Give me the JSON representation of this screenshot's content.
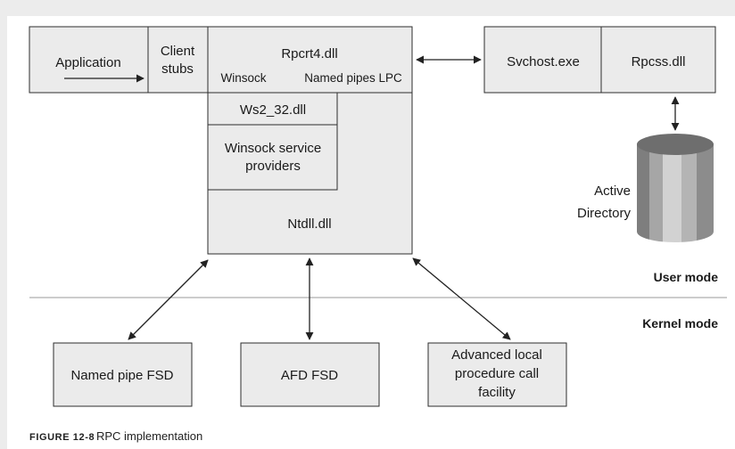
{
  "figure": {
    "caption_label": "FIGURE 12-8",
    "caption_text": "RPC implementation"
  },
  "client_process": {
    "application": "Application",
    "client_stubs": [
      "Client",
      "stubs"
    ],
    "rpcrt4": "Rpcrt4.dll",
    "winsock": "Winsock",
    "named_pipes_lpc": "Named pipes LPC",
    "ws2_32": "Ws2_32.dll",
    "winsock_service_providers": [
      "Winsock service",
      "providers"
    ],
    "ntdll": "Ntdll.dll"
  },
  "server_process": {
    "svchost": "Svchost.exe",
    "rpcss": "Rpcss.dll"
  },
  "active_directory": {
    "label": [
      "Active",
      "Directory"
    ],
    "icon": "database-cylinder-icon"
  },
  "modes": {
    "user": "User mode",
    "kernel": "Kernel mode"
  },
  "kernel_components": {
    "named_pipe_fsd": "Named pipe FSD",
    "afd_fsd": "AFD FSD",
    "alpc": [
      "Advanced local",
      "procedure call",
      "facility"
    ]
  },
  "colors": {
    "box_fill": "#ebebeb",
    "box_stroke": "#2e2e2e",
    "page_background": "#ffffff",
    "frame_background": "#ececec"
  }
}
